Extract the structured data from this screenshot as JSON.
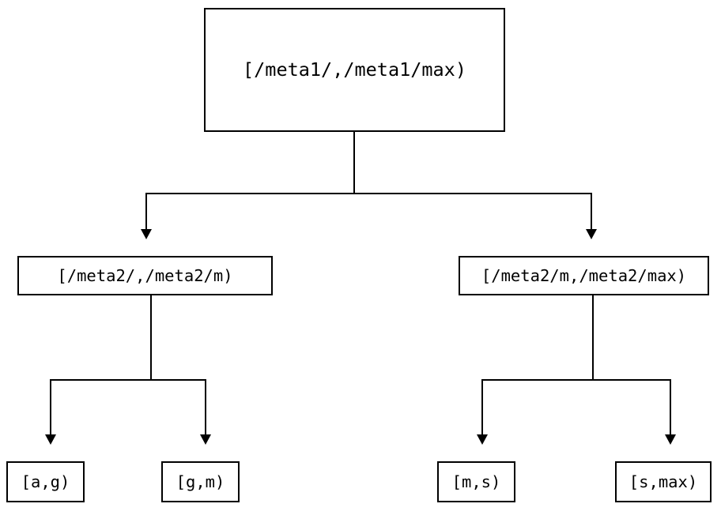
{
  "diagram": {
    "type": "tree",
    "orientation": "top-down",
    "background_color": "#ffffff",
    "line_color": "#000000",
    "border_color": "#000000",
    "nodes": {
      "root": {
        "label": "[/meta1/,/meta1/max)",
        "level": 0
      },
      "mid_left": {
        "label": "[/meta2/,/meta2/m)",
        "level": 1
      },
      "mid_right": {
        "label": "[/meta2/m,/meta2/max)",
        "level": 1
      },
      "leaf_ag": {
        "label": "[a,g)",
        "level": 2
      },
      "leaf_gm": {
        "label": "[g,m)",
        "level": 2
      },
      "leaf_ms": {
        "label": "[m,s)",
        "level": 2
      },
      "leaf_smax": {
        "label": "[s,max)",
        "level": 2
      }
    },
    "edges": [
      {
        "from": "root",
        "to": "mid_left",
        "arrow": "down"
      },
      {
        "from": "root",
        "to": "mid_right",
        "arrow": "down"
      },
      {
        "from": "mid_left",
        "to": "leaf_ag",
        "arrow": "down"
      },
      {
        "from": "mid_left",
        "to": "leaf_gm",
        "arrow": "down"
      },
      {
        "from": "mid_right",
        "to": "leaf_ms",
        "arrow": "down"
      },
      {
        "from": "mid_right",
        "to": "leaf_smax",
        "arrow": "down"
      }
    ]
  }
}
